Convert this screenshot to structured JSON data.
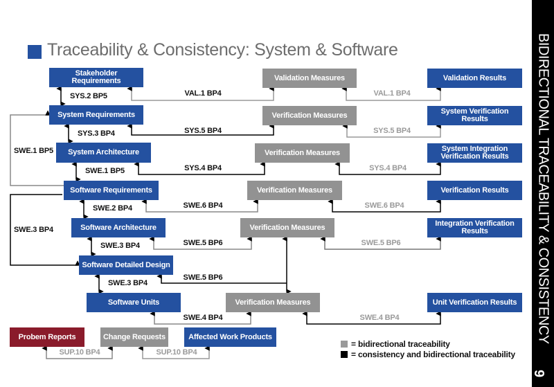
{
  "title": "Traceability & Consistency: System & Software",
  "sidebar": {
    "text": "BIDIRECTIONAL TRACEABILITY & CONSISTENCY",
    "page_number": "9"
  },
  "left_boxes": [
    "Stakeholder Requirements",
    "System Requirements",
    "System Architecture",
    "Software Requirements",
    "Software Architecture",
    "Software Detailed Design",
    "Software Units"
  ],
  "middle_boxes": [
    "Validation Measures",
    "Verification Measures",
    "Verification Measures",
    "Verification Measures",
    "Verification Measures",
    "Verification Measures"
  ],
  "right_boxes": [
    "Validation Results",
    "System Verification Results",
    "System Integration Verification Results",
    "Verification Results",
    "Integration Verification Results",
    "Unit Verification Results"
  ],
  "support_boxes": [
    "Probem Reports",
    "Change Requests",
    "Affected Work Products"
  ],
  "vertical_labels": [
    "SYS.2 BP5",
    "SYS.3 BP4",
    "SWE.1 BP5",
    "SWE.2 BP4",
    "SWE.3 BP4",
    "SWE.3 BP4"
  ],
  "loop_labels": [
    "SWE.1 BP5",
    "SWE.3 BP4"
  ],
  "left_link_labels": [
    "VAL.1 BP4",
    "SYS.5 BP4",
    "SYS.4 BP4",
    "SWE.6 BP4",
    "SWE.5 BP6",
    "SWE.5 BP6",
    "SWE.4 BP4"
  ],
  "right_link_labels": [
    "VAL.1 BP4",
    "SYS.5 BP4",
    "SYS.4 BP4",
    "SWE.6 BP4",
    "SWE.5 BP6",
    "SWE.4 BP4"
  ],
  "support_labels": [
    "SUP.10 BP4",
    "SUP.10 BP4"
  ],
  "legend": {
    "gray": "= bidirectional traceability",
    "black": "= consistency and bidirectional traceability"
  },
  "colors": {
    "blue": "#2451a0",
    "gray": "#929292",
    "red": "#8a1b2b",
    "black": "#000000"
  }
}
